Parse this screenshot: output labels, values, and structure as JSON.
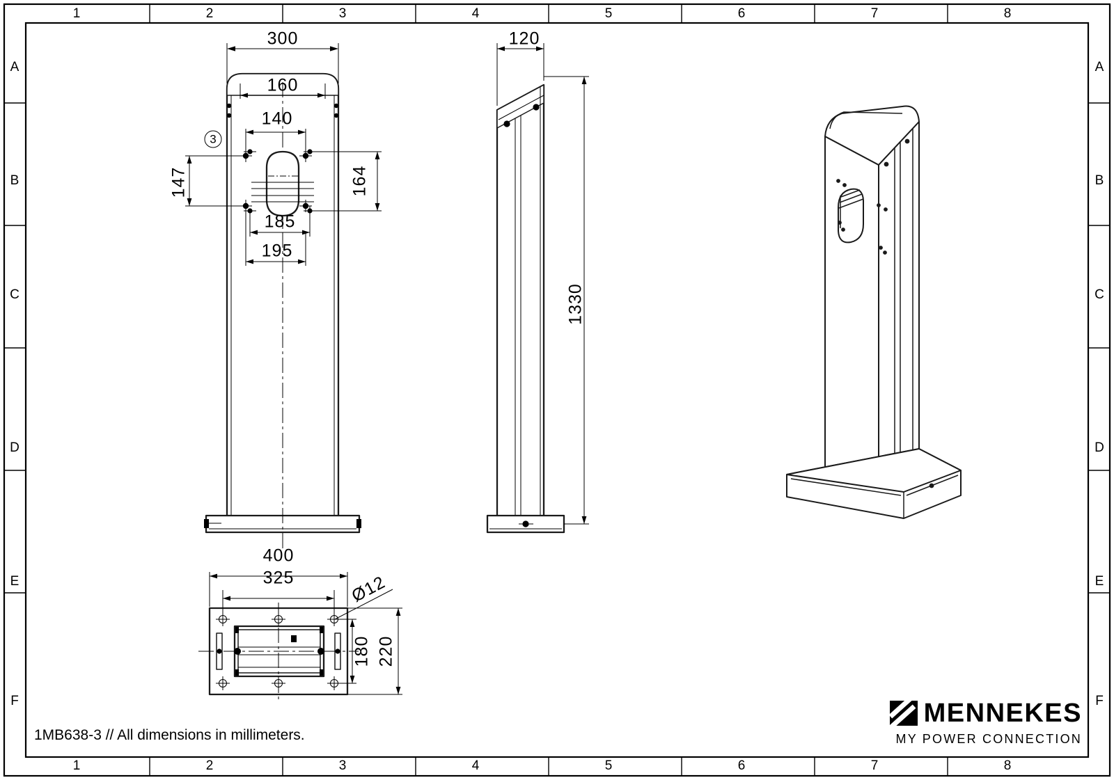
{
  "sheet": {
    "note": "1MB638-3 // All dimensions in millimeters.",
    "zone_columns": [
      "1",
      "2",
      "3",
      "4",
      "5",
      "6",
      "7",
      "8"
    ],
    "zone_rows": [
      "A",
      "B",
      "C",
      "D",
      "E",
      "F"
    ]
  },
  "brand": {
    "name": "MENNEKES",
    "tagline": "MY  POWER  CONNECTION",
    "logo_icon": "mennekes-mark-icon"
  },
  "views": {
    "front": {
      "name": "front-view",
      "dimensions": {
        "overall_width": "300",
        "top_width": "160",
        "hole_pattern_width": "140",
        "hole_pattern_height": "147",
        "inner_height": "164",
        "mid_width": "185",
        "outer_width": "195"
      },
      "balloon": "3"
    },
    "side": {
      "name": "side-view",
      "dimensions": {
        "depth": "120",
        "height": "1330"
      }
    },
    "plan": {
      "name": "bottom-plan-view",
      "dimensions": {
        "base_width": "400",
        "hole_spacing_x": "325",
        "hole_spacing_y": "180",
        "base_depth": "220",
        "hole_diameter": "Ø12"
      }
    },
    "iso": {
      "name": "isometric-view"
    }
  }
}
